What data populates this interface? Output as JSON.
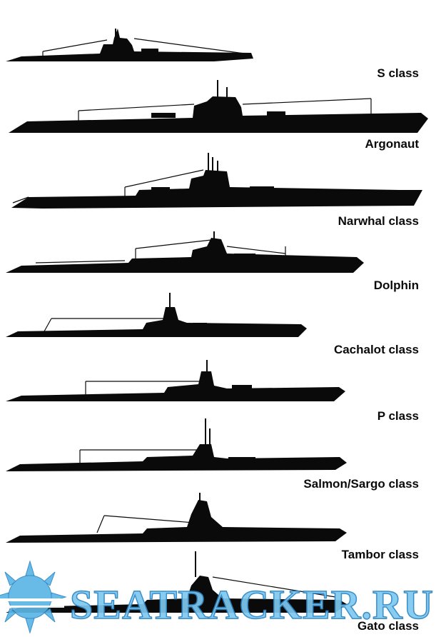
{
  "submarines": [
    {
      "label": "S class"
    },
    {
      "label": "Argonaut"
    },
    {
      "label": "Narwhal class"
    },
    {
      "label": "Dolphin"
    },
    {
      "label": "Cachalot class"
    },
    {
      "label": "P class"
    },
    {
      "label": "Salmon/Sargo class"
    },
    {
      "label": "Tambor class"
    },
    {
      "label": "Gato class"
    }
  ],
  "watermark": {
    "text": "SEATRACKER.RU"
  },
  "colors": {
    "silhouette": "#0a0a0a",
    "watermark_fill": "#7ec8ee",
    "watermark_stroke": "#2a85c6"
  }
}
